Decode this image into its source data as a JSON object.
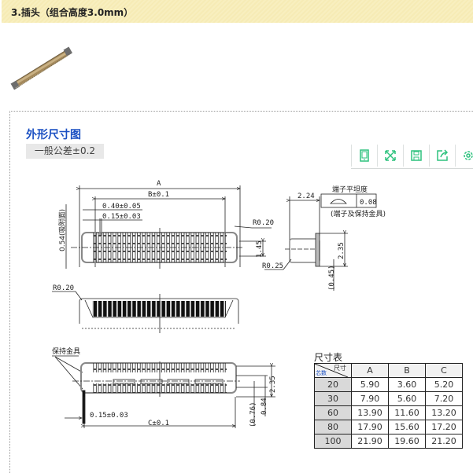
{
  "header": {
    "title": "3.插头（组合高度3.0mm）"
  },
  "section": {
    "title": "外形尺寸图",
    "tolerance": "一般公差±0.2"
  },
  "toolbar": {
    "buttons": [
      {
        "icon": "tablet-icon",
        "label": "view"
      },
      {
        "icon": "expand-icon",
        "label": "fullscreen"
      },
      {
        "icon": "save-icon",
        "label": "save"
      },
      {
        "icon": "share-icon",
        "label": "share"
      },
      {
        "icon": "gear-icon",
        "label": "settings"
      }
    ],
    "accent": "#2ec27e"
  },
  "drawing": {
    "top_view": {
      "dim_a": "A",
      "dim_b": "B±0.1",
      "pitch": "0.40±0.05",
      "width": "0.15±0.03",
      "suction": "0.54(吸附面)",
      "radius": "R0.20",
      "height": "1.45"
    },
    "side_view": {
      "depth": "2.24",
      "flatness_label": "端子平坦度",
      "flatness_value": "0.08",
      "flatness_note": "(端子及保持金具)",
      "radius": "R0.25",
      "height": "2.35",
      "offset": "(0.45)"
    },
    "front_view": {
      "radius": "R0.20"
    },
    "bottom_view": {
      "retainer": "保持金具",
      "width": "0.15±0.03",
      "dim_c": "C±0.1",
      "height": "2.35",
      "d1": "(0.76)",
      "d2": "0.84"
    }
  },
  "dim_table": {
    "title": "尺寸表",
    "corner_top": "尺寸",
    "corner_bottom": "芯数",
    "columns": [
      "A",
      "B",
      "C"
    ],
    "rows": [
      {
        "pins": "20",
        "A": "5.90",
        "B": "3.60",
        "C": "5.20"
      },
      {
        "pins": "30",
        "A": "7.90",
        "B": "5.60",
        "C": "7.20"
      },
      {
        "pins": "60",
        "A": "13.90",
        "B": "11.60",
        "C": "13.20"
      },
      {
        "pins": "80",
        "A": "17.90",
        "B": "15.60",
        "C": "17.20"
      },
      {
        "pins": "100",
        "A": "21.90",
        "B": "19.60",
        "C": "21.20"
      }
    ]
  }
}
